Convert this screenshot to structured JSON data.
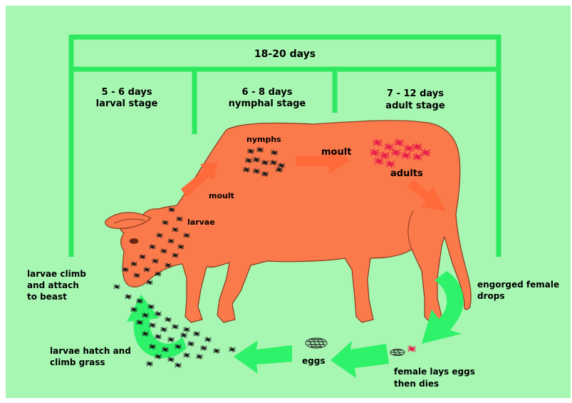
{
  "colors": {
    "background": "#a7f6b2",
    "frame": "#2ee85f",
    "cow": "#fa7a4c",
    "cow_outline": "#8a3a1c",
    "arrow_orange": "#ff6a3a",
    "arrow_green": "#2ef26a",
    "tick": "#1a1a1a",
    "adult": "#e8204a"
  },
  "timeline": {
    "total": "18-20 days",
    "stages": [
      {
        "days": "5 - 6 days",
        "name": "larval stage"
      },
      {
        "days": "6 - 8 days",
        "name": "nymphal stage"
      },
      {
        "days": "7 - 12 days",
        "name": "adult stage"
      }
    ]
  },
  "labels": {
    "nymphs": "nymphs",
    "moult_top": "moult",
    "adults": "adults",
    "moult_left": "moult",
    "larvae": "larvae",
    "larvae_climb": [
      "larvae climb",
      "and attach",
      "to beast"
    ],
    "engorged": [
      "engorged female",
      "drops"
    ],
    "female_lays": [
      "female lays eggs",
      "then dies"
    ],
    "eggs": "eggs",
    "larvae_hatch": [
      "larvae hatch and",
      "climb grass"
    ]
  }
}
